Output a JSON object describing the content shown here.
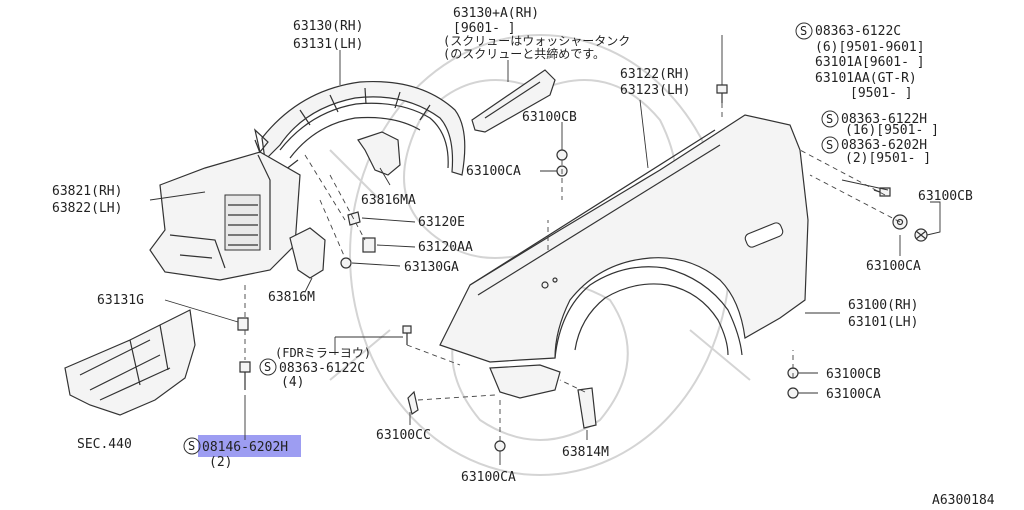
{
  "diagram": {
    "code": "A6300184",
    "highlight_color": "#8c8cf0",
    "labels": {
      "l63130": "63130(RH)",
      "l63131": "63131(LH)",
      "l63130a": "63130+A(RH)",
      "l9601a": "[9601-    ]",
      "jp1": "(スクリューはウォッシャータンク",
      "jp2": "(のスクリューと共締めです。",
      "s08363_6122c": "08363-6122C",
      "q6_9501": "(6)[9501-9601]",
      "l63101a": "63101A[9601-     ]",
      "l63101aa": "63101AA(GT-R)",
      "l9501a": "[9501-     ]",
      "l63122": "63122(RH)",
      "l63123": "63123(LH)",
      "l63100cb_top": "63100CB",
      "l63100ca_top": "63100CA",
      "s08363_6122h": "08363-6122H",
      "q16_9501": "(16)[9501-     ]",
      "s08363_6202h": "08363-6202H",
      "q2_9501": "(2)[9501-     ]",
      "l63821": "63821(RH)",
      "l63822": "63822(LH)",
      "l63816ma": "63816MA",
      "l63120e": "63120E",
      "l63120aa": "63120AA",
      "l63130ga": "63130GA",
      "l63816m": "63816M",
      "l63100cb_r": "63100CB",
      "l63100ca_r": "63100CA",
      "l63131g": "63131G",
      "l63100": "63100(RH)",
      "l63101": "63101(LH)",
      "fdr": "(FDRミラーヨウ)",
      "s08363_6122c_b": "08363-6122C",
      "q4": "(4)",
      "l63100cb_b": "63100CB",
      "l63100ca_b": "63100CA",
      "sec440": "SEC.440",
      "s08146": "08146-6202H",
      "q2": "(2)",
      "l63100cc": "63100CC",
      "l63814m": "63814M",
      "l63100ca_bot": "63100CA",
      "s_symbol": "S"
    }
  }
}
